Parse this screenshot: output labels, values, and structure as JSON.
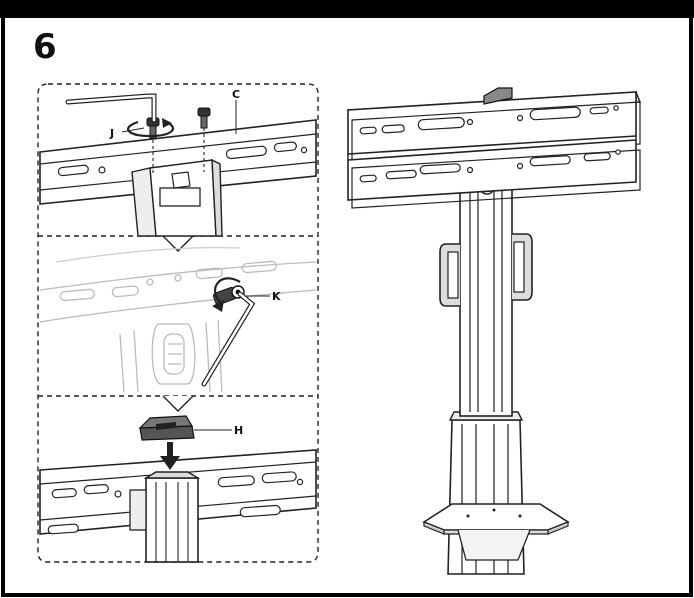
{
  "step": {
    "number": "6"
  },
  "labels": {
    "c": "C",
    "j": "J",
    "k": "K",
    "h": "H"
  },
  "colors": {
    "ink": "#1a1a1a",
    "panel_fill": "#ffffff",
    "metal_light": "#e6e6e6",
    "metal_mid": "#cfcfcf",
    "ghost": "#c8c8c8"
  },
  "icons": {
    "rotate": "rotate-arrow-icon",
    "push": "down-arrow-icon",
    "tool": "hex-key-icon"
  }
}
